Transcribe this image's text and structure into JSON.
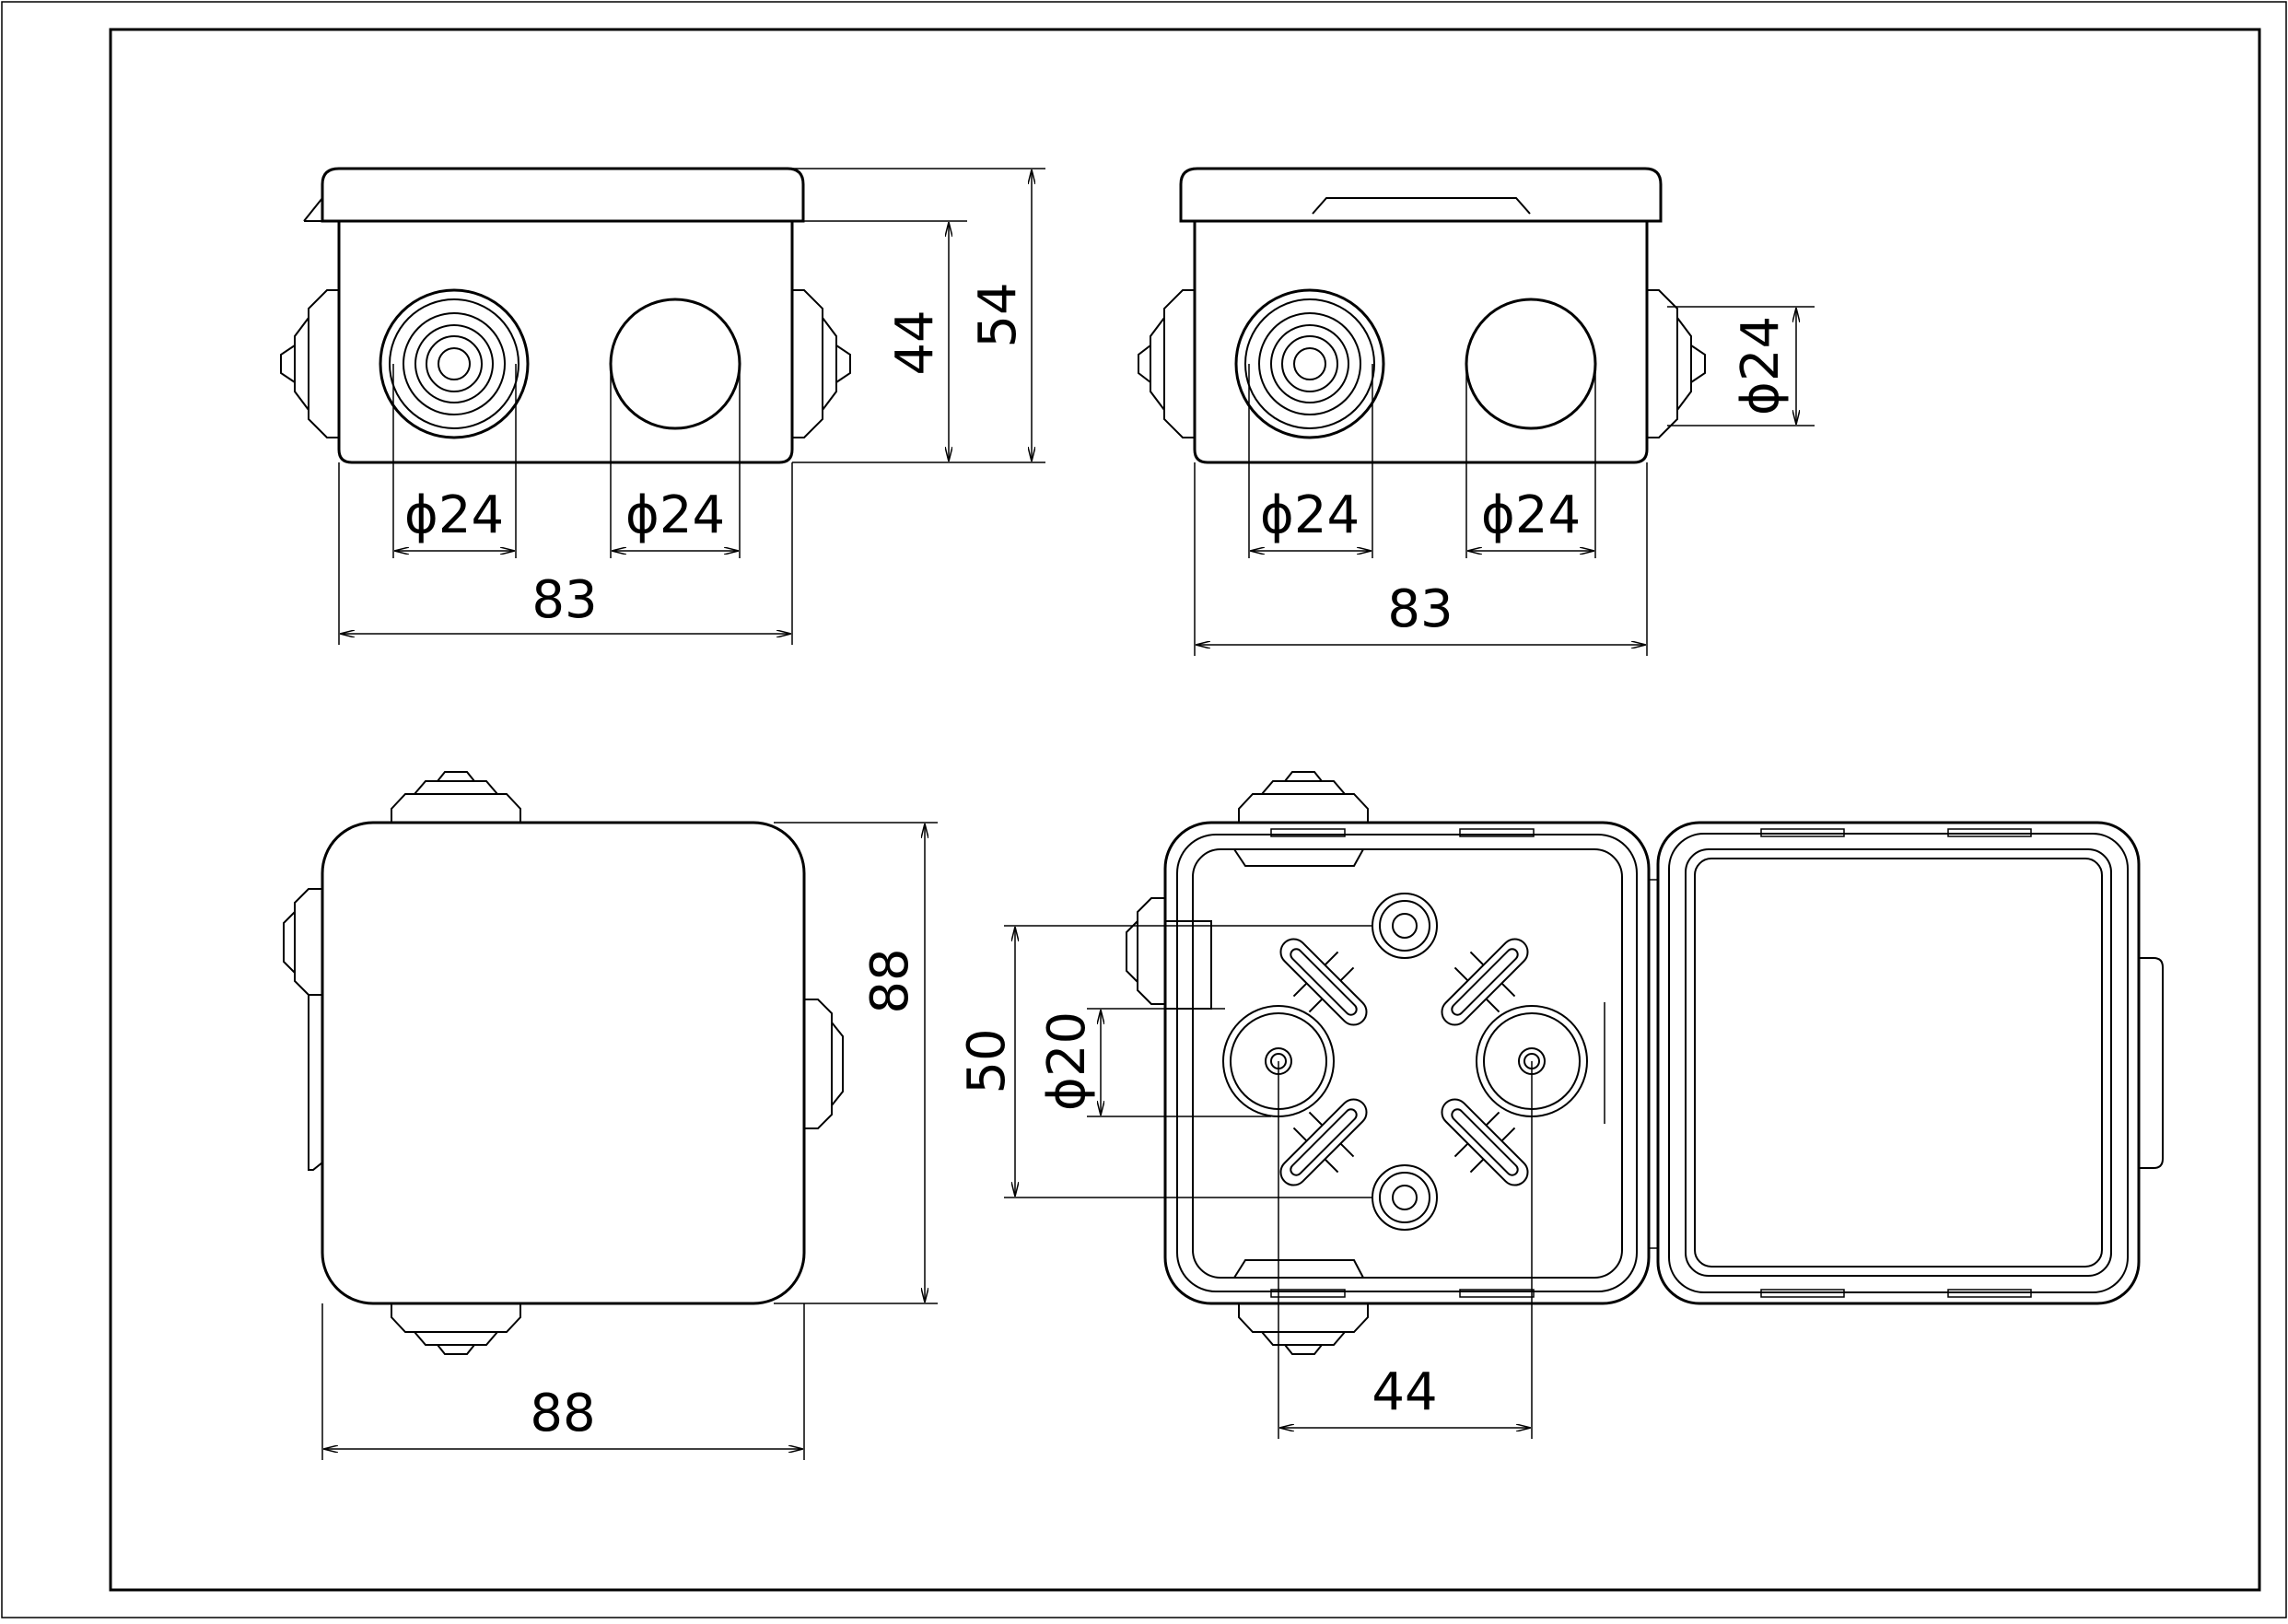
{
  "drawing": {
    "front_view": {
      "hole_left_diameter": "ϕ24",
      "hole_right_diameter": "ϕ24",
      "width": "83",
      "body_height": "44",
      "total_height": "54"
    },
    "side_view": {
      "hole_left_diameter": "ϕ24",
      "hole_right_diameter": "ϕ24",
      "width": "83",
      "side_hole_diameter": "ϕ24"
    },
    "top_view": {
      "width": "88",
      "height": "88"
    },
    "interior_view": {
      "screw_spacing_vertical": "50",
      "screw_hole_diameter": "ϕ20",
      "screw_spacing_horizontal": "44"
    }
  }
}
